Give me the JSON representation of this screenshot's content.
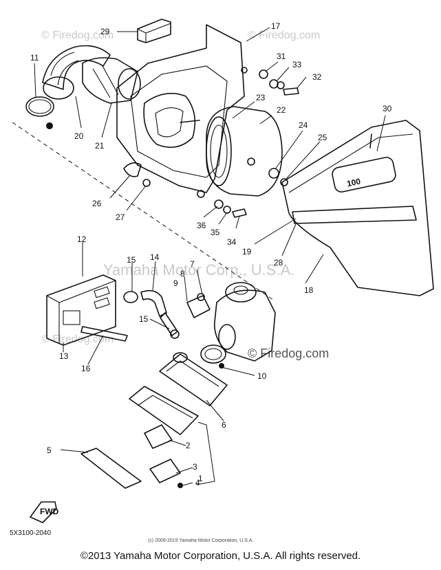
{
  "watermarks": {
    "brand": "© Firedog.com",
    "faint_corp": "Yamaha Motor Corp., U.S.A."
  },
  "callouts": [
    {
      "id": "1",
      "label": "1"
    },
    {
      "id": "2",
      "label": "2"
    },
    {
      "id": "3",
      "label": "3"
    },
    {
      "id": "4",
      "label": "4"
    },
    {
      "id": "5",
      "label": "5"
    },
    {
      "id": "6",
      "label": "6"
    },
    {
      "id": "7",
      "label": "7"
    },
    {
      "id": "8",
      "label": "8"
    },
    {
      "id": "9",
      "label": "9"
    },
    {
      "id": "10",
      "label": "10"
    },
    {
      "id": "11",
      "label": "11"
    },
    {
      "id": "12",
      "label": "12"
    },
    {
      "id": "13",
      "label": "13"
    },
    {
      "id": "14",
      "label": "14"
    },
    {
      "id": "15a",
      "label": "15"
    },
    {
      "id": "15b",
      "label": "15"
    },
    {
      "id": "16",
      "label": "16"
    },
    {
      "id": "17",
      "label": "17"
    },
    {
      "id": "18",
      "label": "18"
    },
    {
      "id": "19",
      "label": "19"
    },
    {
      "id": "20",
      "label": "20"
    },
    {
      "id": "21",
      "label": "21"
    },
    {
      "id": "22",
      "label": "22"
    },
    {
      "id": "23",
      "label": "23"
    },
    {
      "id": "24",
      "label": "24"
    },
    {
      "id": "25",
      "label": "25"
    },
    {
      "id": "26",
      "label": "26"
    },
    {
      "id": "27",
      "label": "27"
    },
    {
      "id": "28",
      "label": "28"
    },
    {
      "id": "29",
      "label": "29"
    },
    {
      "id": "30",
      "label": "30"
    },
    {
      "id": "31",
      "label": "31"
    },
    {
      "id": "32",
      "label": "32"
    },
    {
      "id": "33",
      "label": "33"
    },
    {
      "id": "34",
      "label": "34"
    },
    {
      "id": "35",
      "label": "35"
    },
    {
      "id": "36",
      "label": "36"
    }
  ],
  "cover_badge": "100",
  "fwd_label": "FWD",
  "diagram_code": "5X3100-2040",
  "small_copyright": "(c) 2009-2015 Yamaha Motor Corporation, U.S.A.",
  "copyright": "©2013 Yamaha Motor Corporation, U.S.A. All rights reserved."
}
